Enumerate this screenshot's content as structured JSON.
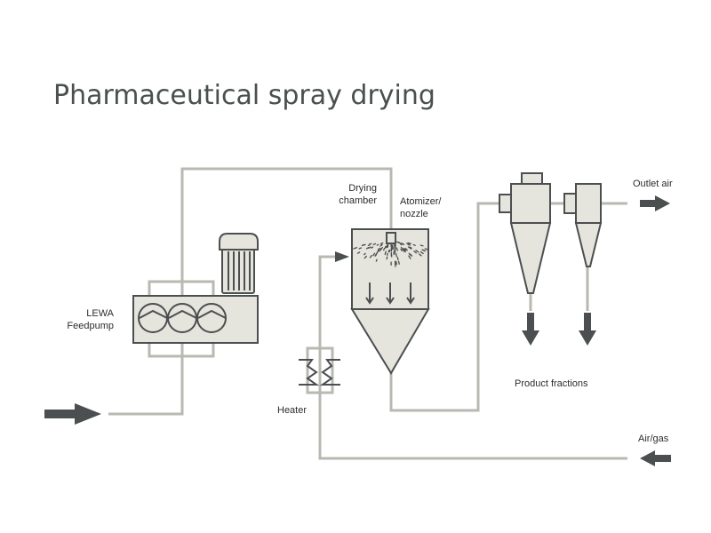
{
  "title": "Pharmaceutical spray drying",
  "labels": {
    "feedpump_line1": "LEWA",
    "feedpump_line2": "Feedpump",
    "drying_chamber_line1": "Drying",
    "drying_chamber_line2": "chamber",
    "atomizer_line1": "Atomizer/",
    "atomizer_line2": "nozzle",
    "heater": "Heater",
    "outlet_air": "Outlet air",
    "product_fractions": "Product fractions",
    "air_gas": "Air/gas"
  },
  "colors": {
    "pipe": "#b9b9b2",
    "equipment_fill": "#e5e4dd",
    "equipment_stroke": "#4c4f4f",
    "arrow": "#4c4f4f",
    "title": "#4a4f4f"
  },
  "icons": {
    "feedpump": "pump-icon",
    "motor": "motor-icon",
    "heater": "heat-exchanger-icon",
    "drying_chamber": "spray-tower-icon",
    "cyclone_large": "cyclone-icon",
    "cyclone_small": "cyclone-icon"
  }
}
